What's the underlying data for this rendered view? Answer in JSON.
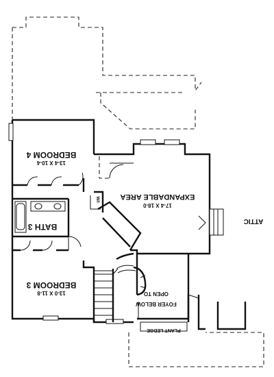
{
  "rooms": {
    "bedroom4": {
      "name": "BEDROOM 4",
      "dims": "13-4 X 10-4"
    },
    "bath3": {
      "name": "BATH 3"
    },
    "bedroom3": {
      "name": "BEDROOM 3",
      "dims": "13-0 X 11-8"
    },
    "expandable": {
      "name": "EXPANDABLE AREA",
      "dims": "17-4 X 18-0"
    },
    "open_to": {
      "line1": "OPEN TO",
      "line2": "FOYER BELOW"
    },
    "plant_ledge": {
      "name": "PLANT LEDGE"
    },
    "attic": {
      "name": "ATTIC"
    },
    "wic": {
      "name": "W/I"
    }
  }
}
